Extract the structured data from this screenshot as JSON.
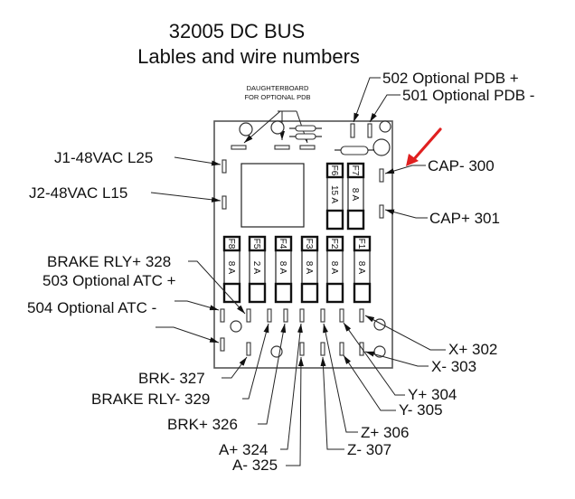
{
  "title": {
    "line1": "32005 DC BUS",
    "line2": "Lables and wire numbers"
  },
  "daughterboard_note": {
    "line1": "DAUGHTERBOARD",
    "line2": "FOR OPTIONAL PDB"
  },
  "fuses": [
    {
      "id": "F6",
      "rating": "15A"
    },
    {
      "id": "F7",
      "rating": "8A"
    },
    {
      "id": "F8",
      "rating": "8A"
    },
    {
      "id": "F5",
      "rating": "2A"
    },
    {
      "id": "F4",
      "rating": "8A"
    },
    {
      "id": "F3",
      "rating": "8A"
    },
    {
      "id": "F2",
      "rating": "8A"
    },
    {
      "id": "F1",
      "rating": "8A"
    }
  ],
  "labels": {
    "pdb_plus": "502 Optional PDB +",
    "pdb_minus": "501 Optional PDB -",
    "j1": "J1-48VAC  L25",
    "j2": "J2-48VAC  L15",
    "cap_minus": "CAP- 300",
    "cap_plus": "CAP+  301",
    "brake_rly_plus": "BRAKE RLY+ 328",
    "atc_plus": "503 Optional ATC +",
    "atc_minus": "504 Optional ATC -",
    "x_plus": "X+  302",
    "x_minus": "X-  303",
    "y_plus": "Y+  304",
    "y_minus": "Y-   305",
    "z_plus": "Z+  306",
    "z_minus": "Z-   307",
    "brk_minus": "BRK-  327",
    "brake_rly_minus": "BRAKE RLY-  329",
    "brk_plus": "BRK+  326",
    "a_plus": "A+ 324",
    "a_minus": "A- 325"
  },
  "colors": {
    "highlight_arrow": "#e02020"
  }
}
